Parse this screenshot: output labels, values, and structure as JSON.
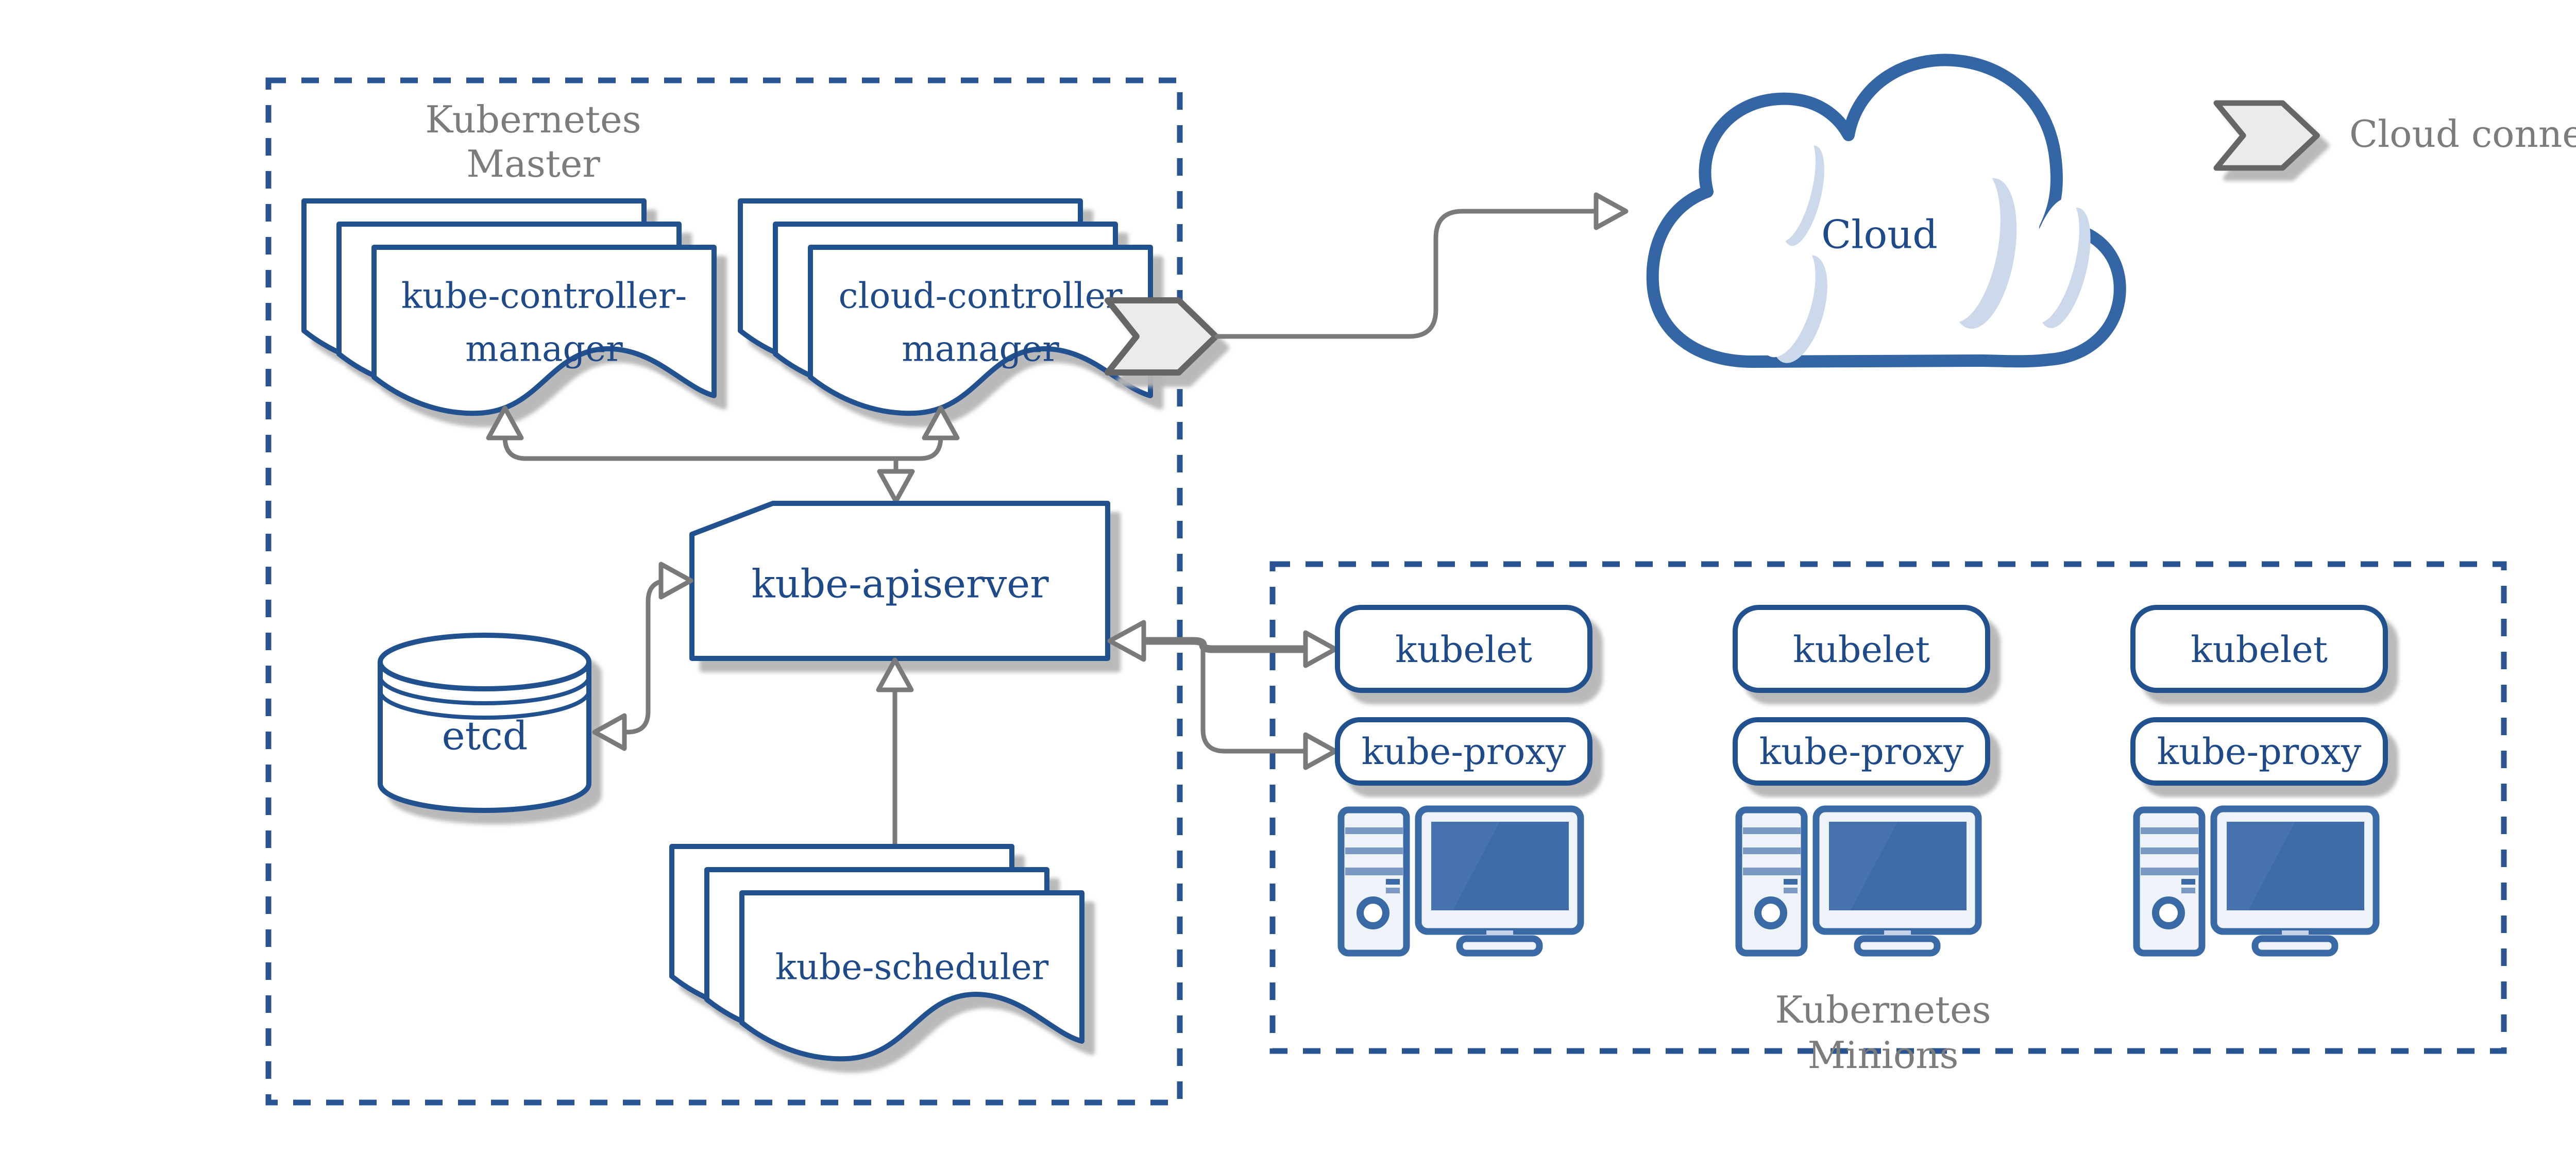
{
  "colors": {
    "node_border": "#21518f",
    "node_text": "#1e4a8a",
    "dash_blue": "#2a5391",
    "cloud_border": "#3465a4",
    "cloud_accent": "#ccd9ea",
    "icon_blue": "#3a6aa5",
    "icon_fill": "#eef2f9",
    "screen_blue": "#3d6ca8",
    "screen_shine": "#4e79b0",
    "band_blue": "#7b99c4",
    "arrow_gray": "#7a7a7a",
    "label_gray": "#7c7c7c",
    "connector_fill": "#ebebeb",
    "connector_border": "#666666",
    "shadow_gray": "#b5b5b5"
  },
  "master": {
    "title_line1": "Kubernetes",
    "title_line2": "Master",
    "kube_controller_manager": {
      "line1": "kube-controller-",
      "line2": "manager"
    },
    "cloud_controller_manager": {
      "line1": "cloud-controller",
      "line2": "manager"
    },
    "kube_apiserver": "kube-apiserver",
    "etcd": "etcd",
    "kube_scheduler": "kube-scheduler"
  },
  "cloud": {
    "label": "Cloud"
  },
  "legend": {
    "label": "Cloud connector"
  },
  "minions": {
    "title_line1": "Kubernetes",
    "title_line2": "Minions",
    "nodes": [
      {
        "kubelet": "kubelet",
        "kube_proxy": "kube-proxy"
      },
      {
        "kubelet": "kubelet",
        "kube_proxy": "kube-proxy"
      },
      {
        "kubelet": "kubelet",
        "kube_proxy": "kube-proxy"
      }
    ]
  }
}
